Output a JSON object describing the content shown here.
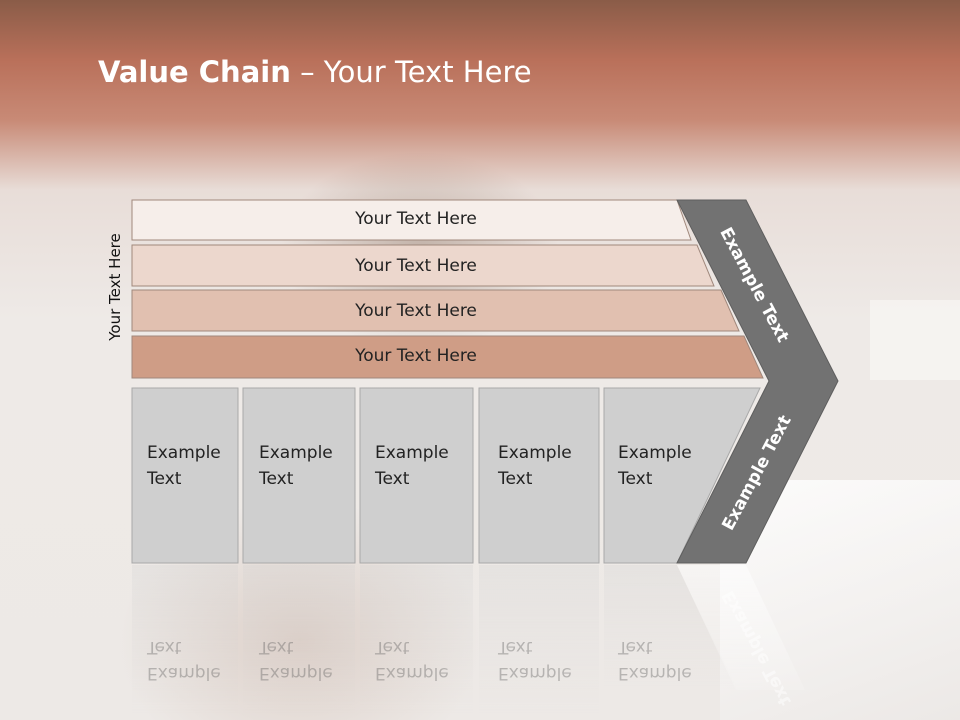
{
  "slide": {
    "title_bold": "Value Chain",
    "title_rest": " – Your Text Here",
    "side_label": "Your Text Here"
  },
  "bands": [
    {
      "label": "Your Text Here",
      "fill": "#f6eeea"
    },
    {
      "label": "Your Text Here",
      "fill": "#ecd7cd"
    },
    {
      "label": "Your Text Here",
      "fill": "#e1c0b0"
    },
    {
      "label": "Your Text Here",
      "fill": "#cf9d86"
    }
  ],
  "boxes": [
    {
      "line1": "Example",
      "line2": "Text"
    },
    {
      "line1": "Example",
      "line2": "Text"
    },
    {
      "line1": "Example",
      "line2": "Text"
    },
    {
      "line1": "Example",
      "line2": "Text"
    },
    {
      "line1": "Example",
      "line2": "Text"
    }
  ],
  "chevron": {
    "upper_label": "Example Text",
    "lower_label": "Example Text",
    "fill": "#727272"
  },
  "colors": {
    "box_fill": "#cfcfcf",
    "box_border": "#a9a9a9",
    "band_border": "#a0887c"
  }
}
